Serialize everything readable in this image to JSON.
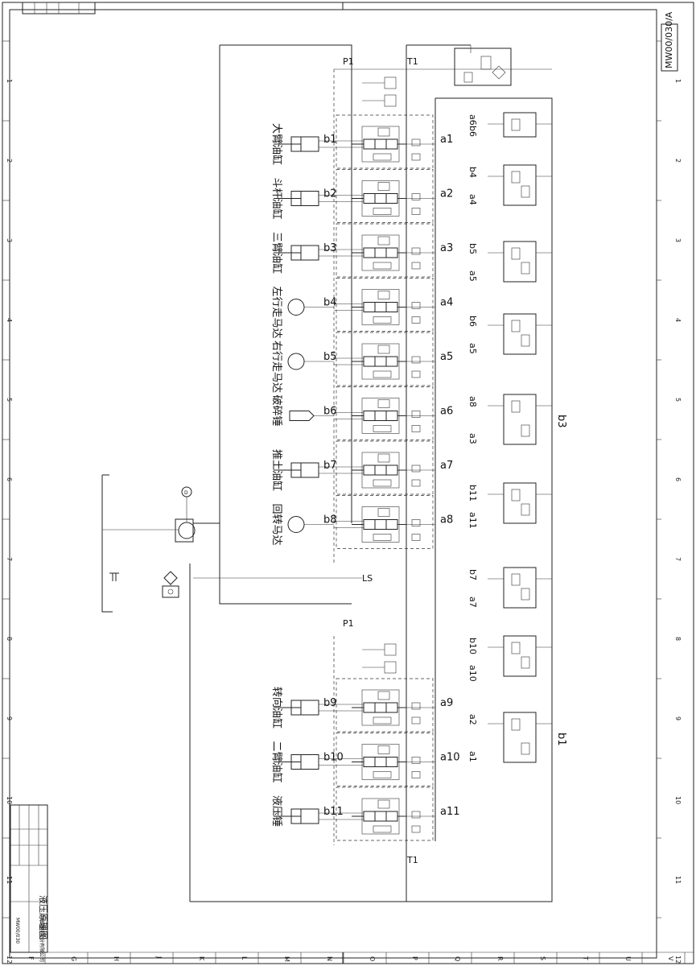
{
  "drawing": {
    "doc_number": "MW00/030/A",
    "doc_number_left": "MW00/030"
  },
  "grid": {
    "rows": [
      "1",
      "2",
      "3",
      "4",
      "5",
      "6",
      "7",
      "8",
      "9",
      "10",
      "11",
      "12"
    ],
    "cols": [
      "F",
      "G",
      "H",
      "J",
      "K",
      "L",
      "M",
      "N",
      "O",
      "P",
      "Q",
      "R",
      "S",
      "T",
      "U",
      "V"
    ]
  },
  "ports_top": {
    "p1": "P1",
    "t1": "T1",
    "ls": "LS",
    "p1b": "P1",
    "t1b": "T1"
  },
  "valve_sections": [
    {
      "b": "b1",
      "a": "a1",
      "name": "大臂油缸"
    },
    {
      "b": "b2",
      "a": "a2",
      "name": "斗杆油缸"
    },
    {
      "b": "b3",
      "a": "a3",
      "name": "三臂油缸"
    },
    {
      "b": "b4",
      "a": "a4",
      "name": "左行走马达"
    },
    {
      "b": "b5",
      "a": "a5",
      "name": "右行走马达"
    },
    {
      "b": "b6",
      "a": "a6",
      "name": "破碎锤"
    },
    {
      "b": "b7",
      "a": "a7",
      "name": "推土油缸"
    },
    {
      "b": "b8",
      "a": "a8",
      "name": "回转马达"
    },
    {
      "b": "b9",
      "a": "a9",
      "name": "转向油缸"
    },
    {
      "b": "b10",
      "a": "a10",
      "name": "二臂油缸"
    },
    {
      "b": "b11",
      "a": "a11",
      "name": "液压锤"
    }
  ],
  "pilot_ports": [
    {
      "top": "a6",
      "bottom": "b6"
    },
    {
      "top": "b4",
      "bottom": "a4"
    },
    {
      "top": "b5",
      "bottom": "a5"
    },
    {
      "top": "b6",
      "bottom": "a5"
    },
    {
      "top": "a8",
      "bottom": "a3",
      "side": "b3"
    },
    {
      "top": "b11",
      "bottom": "a11"
    },
    {
      "top": "b7",
      "bottom": "a7"
    },
    {
      "top": "b10",
      "bottom": "a10"
    },
    {
      "top": "a2",
      "bottom": "a1",
      "side": "b1"
    }
  ],
  "title_block": {
    "title": "液压原理图",
    "company": "中联重科股份有限公司"
  }
}
